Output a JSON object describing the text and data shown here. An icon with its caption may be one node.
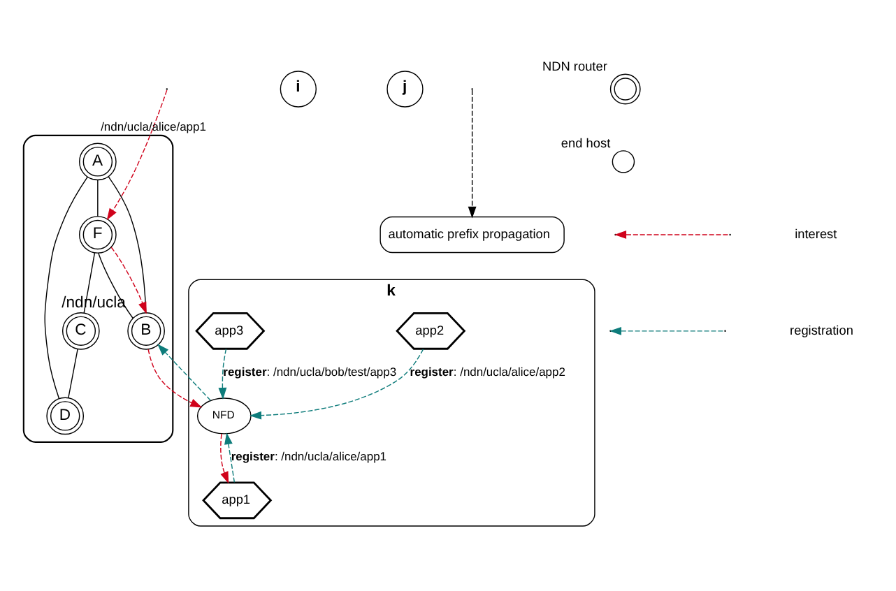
{
  "diagram": {
    "nodes": [
      {
        "text": [],
        "shape": "cloud"
      },
      {
        "text": [
          "A"
        ],
        "in": 0
      },
      {
        "text": [
          "F"
        ],
        "in": 0
      },
      {
        "text": [
          "C"
        ],
        "in": 0
      },
      {
        "text": [
          "B"
        ],
        "in": 0,
        "beside": [
          "/ndn/ucla"
        ]
      },
      {
        "text": [
          "D"
        ],
        "in": 0
      },
      {
        "text": [
          "i"
        ]
      },
      {
        "text": [
          "j"
        ]
      },
      {
        "text": [
          "k"
        ]
      },
      {
        "text": [
          "NFD"
        ],
        "in": 8
      },
      {
        "text": [
          "app1"
        ],
        "in": 8
      },
      {
        "text": [
          "app2"
        ],
        "in": 8
      },
      {
        "text": [
          "app3"
        ],
        "in": 8
      },
      {
        "text": [
          "automatic prefix propagation"
        ]
      }
    ],
    "edges": [
      {
        "from": 1,
        "to": 2,
        "arrow": "none"
      },
      {
        "from": 1,
        "to": 4,
        "arrow": "none"
      },
      {
        "from": 1,
        "to": 5,
        "arrow": "none"
      },
      {
        "from": 2,
        "to": 4,
        "arrow": "none"
      },
      {
        "from": 2,
        "to": 3,
        "arrow": "none"
      },
      {
        "from": 3,
        "to": 5,
        "arrow": "none"
      },
      {
        "from": null,
        "to": 2,
        "arrow": "to",
        "label": "/ndn/ucla/alice/app1",
        "style": "dashed",
        "color": "#d0021b"
      },
      {
        "from": 2,
        "to": 4,
        "arrow": "to",
        "style": "dashed",
        "color": "#d0021b"
      },
      {
        "from": 4,
        "to": 9,
        "arrow": "to",
        "style": "dashed",
        "color": "#d0021b"
      },
      {
        "from": 9,
        "to": 4,
        "arrow": "to",
        "style": "dashed",
        "color": "#0e7c7b"
      },
      {
        "from": null,
        "to": 13,
        "arrow": "to",
        "style": "dashed"
      },
      {
        "from": 10,
        "to": 9,
        "arrow": "to",
        "label": "**register**: /ndn/ucla/alice/app1",
        "style": "dashed",
        "color": "#0e7c7b"
      },
      {
        "from": 9,
        "to": 10,
        "arrow": "to",
        "style": "dashed",
        "color": "#d0021b"
      },
      {
        "from": 11,
        "to": 9,
        "arrow": "to",
        "label": "**register**: /ndn/ucla/alice/app2",
        "style": "dashed",
        "color": "#0e7c7b"
      },
      {
        "from": 12,
        "to": 9,
        "arrow": "to",
        "label": "**register**: /ndn/ucla/bob/test/app3",
        "style": "dashed",
        "color": "#0e7c7b"
      }
    ],
    "legend": [
      {
        "text": "NDN router"
      },
      {
        "text": "end host"
      },
      {
        "text": "interest"
      },
      {
        "text": "registration"
      }
    ]
  }
}
